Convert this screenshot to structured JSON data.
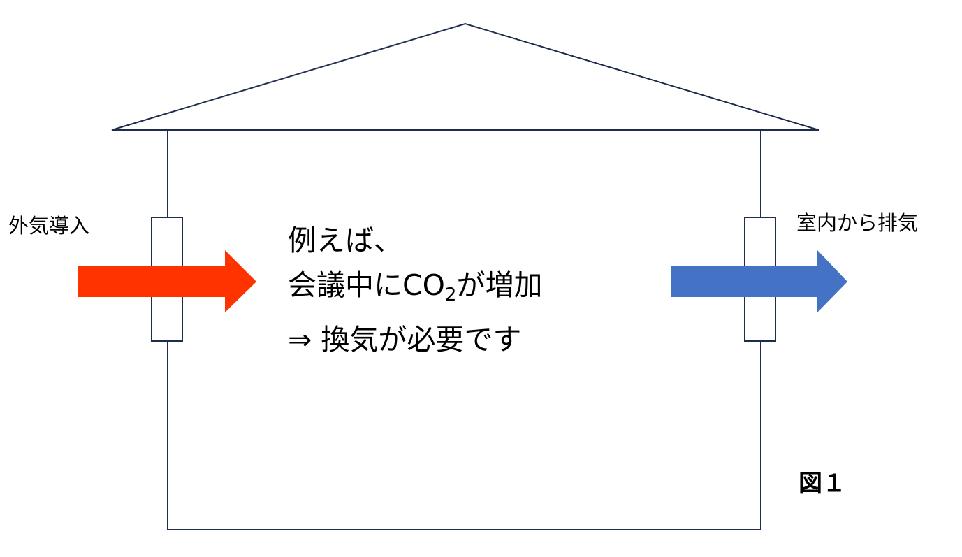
{
  "labels": {
    "intake": "外気導入",
    "exhaust": "室内から排気",
    "figure": "図１"
  },
  "message": {
    "line1": "例えば、",
    "line2_prefix": "会議中に",
    "line2_co": "CO",
    "line2_sub": "2",
    "line2_suffix": "が増加",
    "line3": "⇒ 換気が必要です"
  },
  "colors": {
    "intake_arrow": "#FF3300",
    "exhaust_arrow": "#4472C4",
    "outline": "#1F2D4D"
  }
}
